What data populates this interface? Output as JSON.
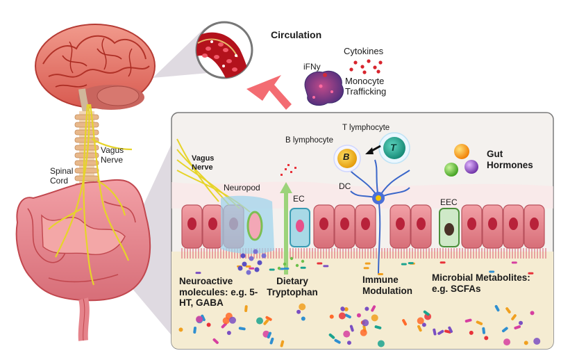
{
  "labels": {
    "circulation": "Circulation",
    "cytokines": "Cytokines",
    "ifny": "iFNy",
    "monocyte_trafficking": "Monocyte Trafficking",
    "vagus_nerve_left": "Vagus Nerve",
    "spinal_cord": "Spinal Cord",
    "t_lymphocyte": "T lymphocyte",
    "b_lymphocyte": "B lymphocyte",
    "b_letter": "B",
    "t_letter": "T",
    "gut_hormones": "Gut Hormones",
    "vagus_nerve_panel": "Vagus Nerve",
    "neuropod": "Neuropod",
    "ec": "EC",
    "dc": "DC",
    "eec": "EEC",
    "neuroactive": "Neuroactive molecules: e.g. 5-HT, GABA",
    "dietary_tryptophan": "Dietary Tryptophan",
    "immune_modulation": "Immune Modulation",
    "microbial_metabolites": "Microbial Metabolites: e.g. SCFAs"
  },
  "colors": {
    "brain": "#e8766c",
    "intestine": "#ea8a82",
    "nerve": "#e6d42a",
    "panel_bg": "#f4f1ee",
    "lumen": "#f5ecd2",
    "cell": "#e58a91",
    "vessel": "#b3121c",
    "arrow": "#f25c63",
    "b_cell": "#f5b400",
    "t_cell": "#1aa38f"
  }
}
